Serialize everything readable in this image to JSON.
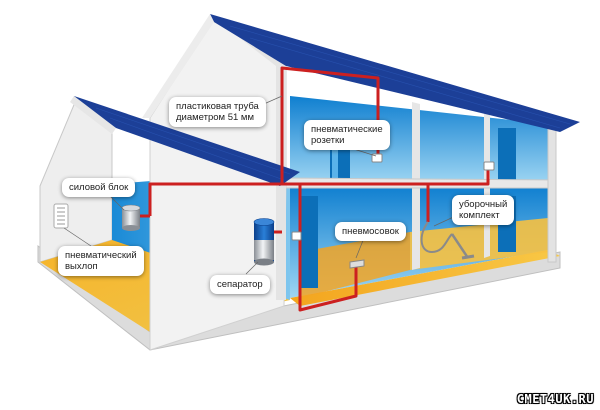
{
  "labels": {
    "pipe_line1": "пластиковая труба",
    "pipe_line2": "диаметром 51 мм",
    "outlets_line1": "пневматические",
    "outlets_line2": "розетки",
    "power_unit": "силовой блок",
    "exhaust_line1": "пневматический",
    "exhaust_line2": "выхлоп",
    "separator": "сепаратор",
    "inlet": "пневмосовок",
    "kit_line1": "уборочный",
    "kit_line2": "комплект"
  },
  "watermark": "СМЕТ4UK.RU",
  "colors": {
    "roof": "#1c3f97",
    "wall_blue": "#2aa0e0",
    "floor_orange": "#f0a020",
    "pipe": "#cc2020"
  }
}
